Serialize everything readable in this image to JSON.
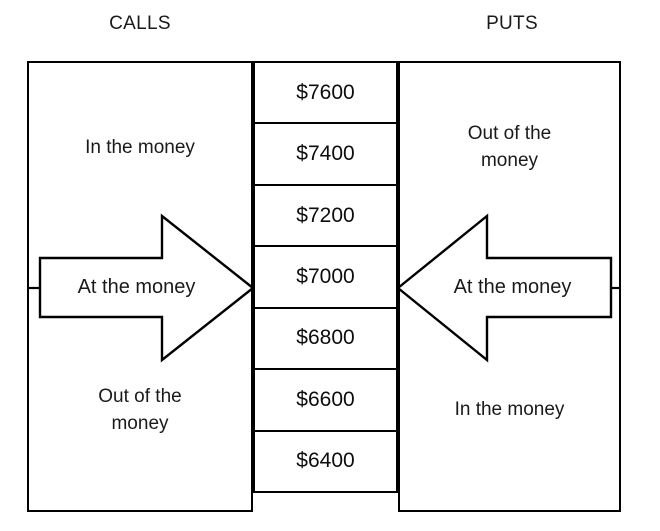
{
  "diagram": {
    "title_left": "CALLS",
    "title_right": "PUTS",
    "colors": {
      "stroke": "#000000",
      "background": "#ffffff",
      "text": "#1a1a1a"
    }
  },
  "calls": {
    "header": "CALLS",
    "upper_zone": "In the money",
    "middle_zone": "At the money",
    "lower_zone": "Out of the\nmoney",
    "arrow_direction": "right"
  },
  "puts": {
    "header": "PUTS",
    "upper_zone": "Out of the\nmoney",
    "middle_zone": "At the money",
    "lower_zone": "In the money",
    "arrow_direction": "left"
  },
  "strikes": [
    {
      "label": "$7600"
    },
    {
      "label": "$7400"
    },
    {
      "label": "$7200"
    },
    {
      "label": "$7000"
    },
    {
      "label": "$6800"
    },
    {
      "label": "$6600"
    },
    {
      "label": "$6400"
    }
  ],
  "at_the_money_strike": "$7000"
}
